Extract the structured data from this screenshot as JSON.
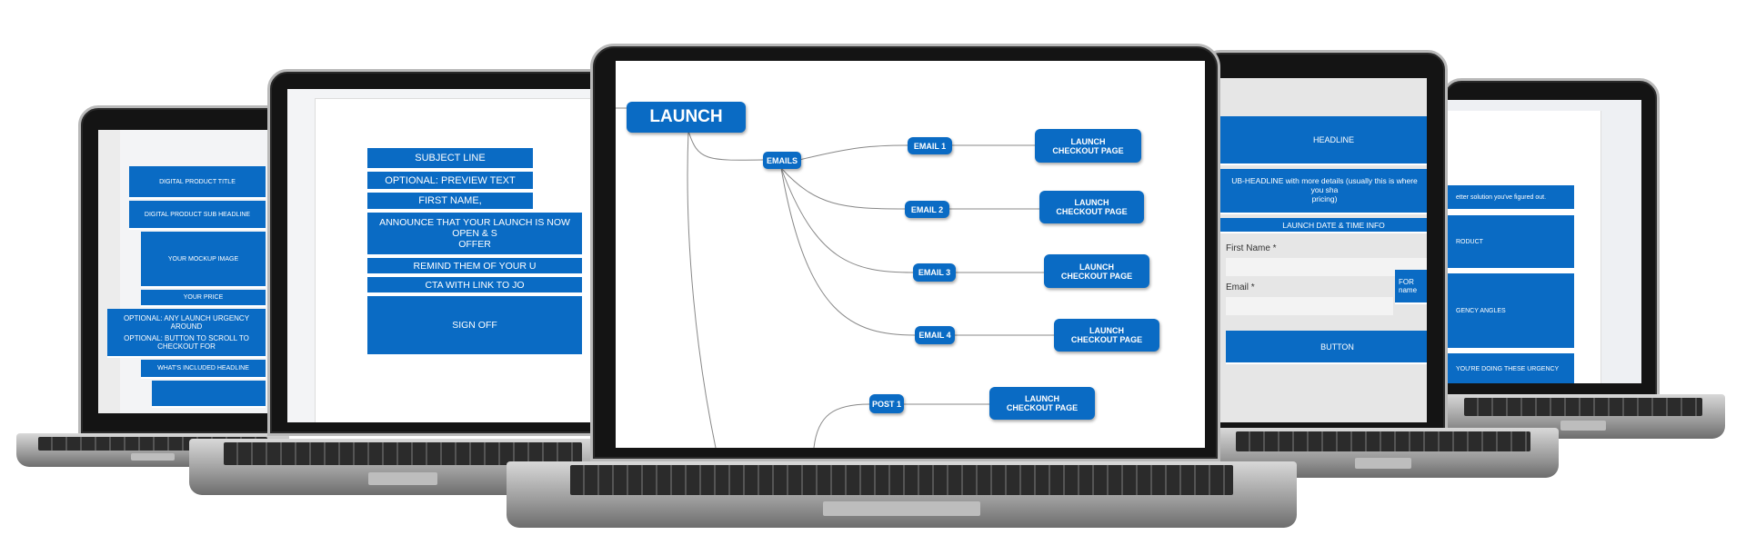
{
  "laptop_product_page": {
    "blocks": [
      "DIGITAL PRODUCT TITLE",
      "DIGITAL PRODUCT SUB HEADLINE",
      "YOUR MOCKUP IMAGE",
      "YOUR PRICE",
      "OPTIONAL: ANY LAUNCH URGENCY AROUND",
      "OPTIONAL: BUTTON TO SCROLL TO CHECKOUT FOR",
      "WHAT'S INCLUDED HEADLINE"
    ]
  },
  "laptop_email": {
    "blocks": [
      "SUBJECT LINE",
      "OPTIONAL: PREVIEW TEXT",
      "FIRST NAME,",
      "ANNOUNCE THAT YOUR LAUNCH IS NOW OPEN & S",
      "OFFER",
      "REMIND THEM OF YOUR U",
      "CTA WITH LINK TO JO",
      "SIGN OFF"
    ]
  },
  "mindmap": {
    "root": "LAUNCH",
    "emails": "EMAILS",
    "email_nodes": [
      "EMAIL 1",
      "EMAIL 2",
      "EMAIL 3",
      "EMAIL 4"
    ],
    "post": "POST 1",
    "checkout": "LAUNCH CHECKOUT PAGE"
  },
  "laptop_optin": {
    "headline": "HEADLINE",
    "subheadline": "UB-HEADLINE with more details (usually this is where you sha",
    "subheadline_2": "pricing)",
    "date_info": "LAUNCH DATE & TIME INFO",
    "first_name_label": "First Name *",
    "email_label": "Email *",
    "side_box_1": "FOR",
    "side_box_2": "name",
    "button": "BUTTON"
  },
  "laptop_sales": {
    "blocks": [
      "etter solution you've figured out.",
      "RODUCT",
      "GENCY ANGLES",
      "YOU'RE DOING THESE URGENCY"
    ]
  },
  "colors": {
    "accent": "#0a6bc4"
  }
}
